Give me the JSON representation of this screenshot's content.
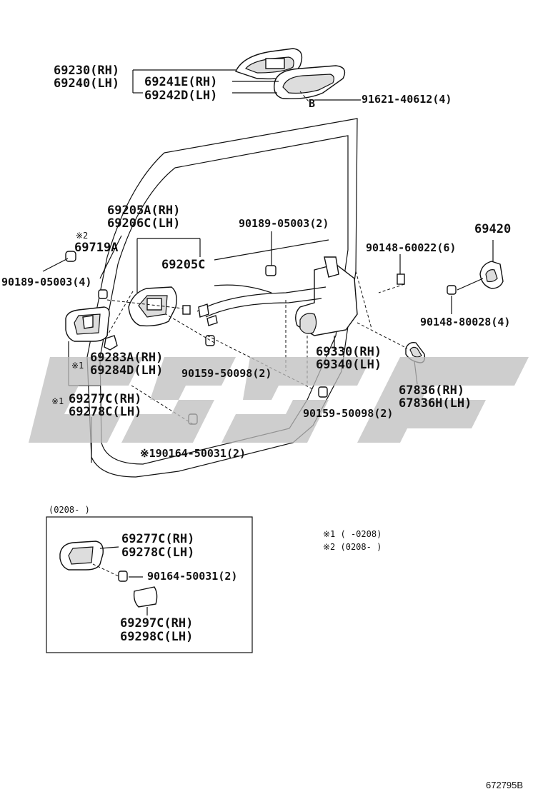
{
  "parts": {
    "p69230": "69230(RH)",
    "p69240": "69240(LH)",
    "p69241E": "69241E(RH)",
    "p69242D": "69242D(LH)",
    "p91621": "91621-40612(4)",
    "markB": "B",
    "p69205A": "69205A(RH)",
    "p69206C": "69206C(LH)",
    "p90189_top": "90189-05003(2)",
    "p69420": "69420",
    "note2_mark": "※2",
    "p69719A": "69719A",
    "p90148_60022": "90148-60022(6)",
    "p69205C": "69205C",
    "p90189_left": "90189-05003(4)",
    "p90148_80028": "90148-80028(4)",
    "p69330": "69330(RH)",
    "p69340": "69340(LH)",
    "p69283A": "69283A(RH)",
    "note1_mark_a": "※1",
    "p69284D": "69284D(LH)",
    "p90159_a": "90159-50098(2)",
    "p67836": "67836(RH)",
    "note1_mark_b": "※1",
    "p69277C": "69277C(RH)",
    "p69278C": "69278C(LH)",
    "p67836H": "67836H(LH)",
    "p90159_b": "90159-50098(2)",
    "p90164_main": "※190164-50031(2)"
  },
  "inset": {
    "date_label": "(0208-    )",
    "p69277C": "69277C(RH)",
    "p69278C": "69278C(LH)",
    "p90164": "90164-50031(2)",
    "p69297C": "69297C(RH)",
    "p69298C": "69298C(LH)"
  },
  "notes": {
    "n1": "※1  (      -0208)",
    "n2": "※2  (0208-      )"
  },
  "watermark": "cisf",
  "diagram_id": "672795B"
}
